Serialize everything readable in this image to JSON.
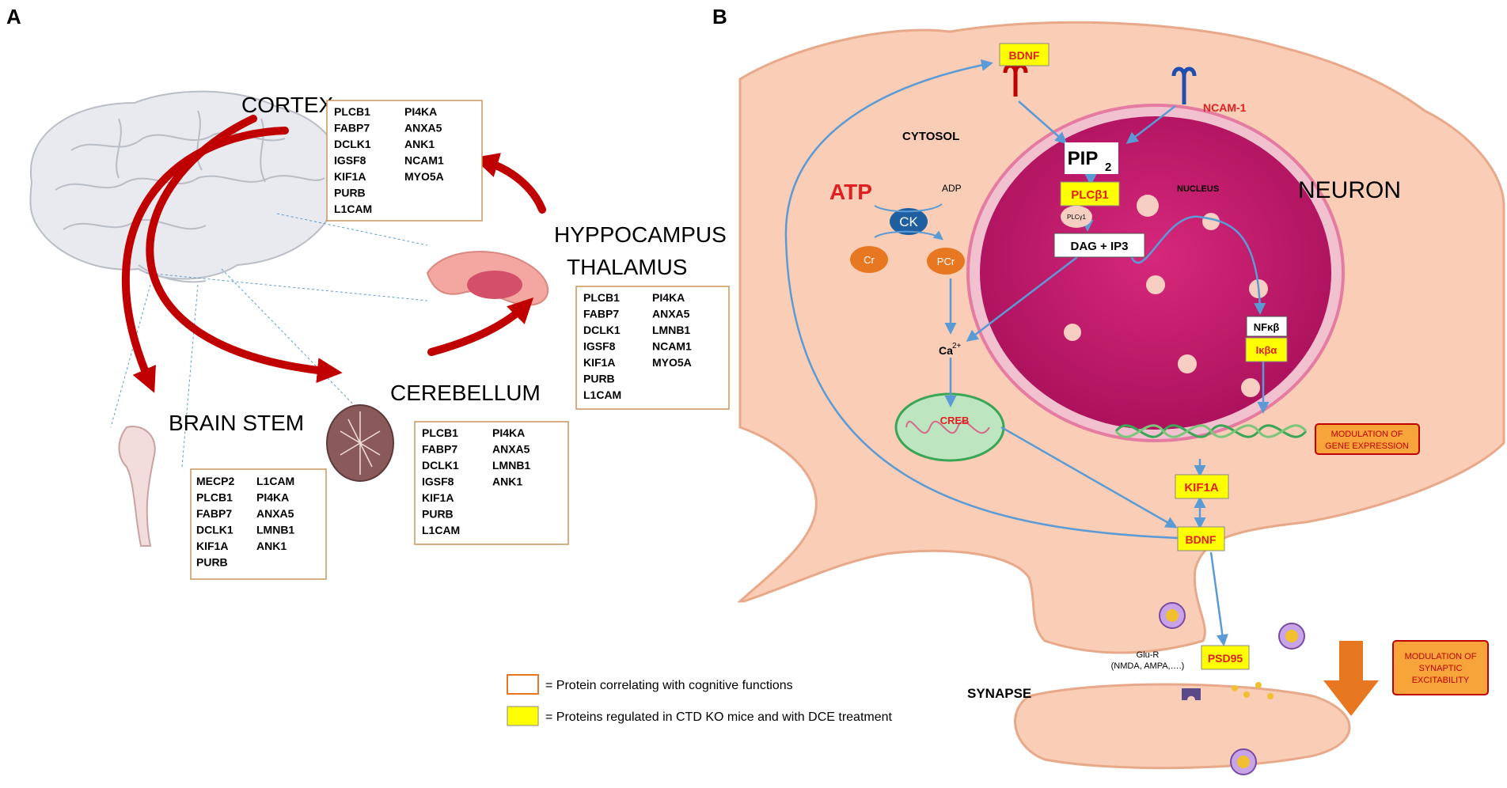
{
  "panel_a": {
    "label": "A",
    "regions": {
      "cortex": "CORTEX",
      "hippocampus": "HYPPOCAMPUS",
      "thalamus": "THALAMUS",
      "cerebellum": "CEREBELLUM",
      "brain_stem": "BRAIN STEM"
    },
    "cortex_proteins": {
      "col1": [
        "PLCB1",
        "FABP7",
        "DCLK1",
        "IGSF8",
        "KIF1A",
        "PURB",
        "L1CAM"
      ],
      "col2": [
        "PI4KA",
        "ANXA5",
        "ANK1",
        "NCAM1",
        "MYO5A"
      ]
    },
    "hippocampus_proteins": {
      "col1": [
        "PLCB1",
        "FABP7",
        "DCLK1",
        "IGSF8",
        "KIF1A",
        "PURB",
        "L1CAM"
      ],
      "col2": [
        "PI4KA",
        "ANXA5",
        "LMNB1",
        "NCAM1",
        "MYO5A"
      ]
    },
    "cerebellum_proteins": {
      "col1": [
        "PLCB1",
        "FABP7",
        "DCLK1",
        "IGSF8",
        "KIF1A",
        "PURB",
        "L1CAM"
      ],
      "col2": [
        "PI4KA",
        "ANXA5",
        "LMNB1",
        "ANK1"
      ]
    },
    "brainstem_proteins": {
      "col1": [
        "MECP2",
        "PLCB1",
        "FABP7",
        "DCLK1",
        "KIF1A",
        "PURB"
      ],
      "col2": [
        "L1CAM",
        "PI4KA",
        "ANXA5",
        "LMNB1",
        "ANK1"
      ]
    }
  },
  "panel_b": {
    "label": "B",
    "cytosol": "CYTOSOL",
    "neuron": "NEURON",
    "nucleus": "NUCLEUS",
    "synapse": "SYNAPSE",
    "atp": "ATP",
    "adp": "ADP",
    "ck": "CK",
    "cr": "Cr",
    "pcr": "PCr",
    "ca_base": "Ca",
    "ca_sup": "2+",
    "bdnf_top": "BDNF",
    "ncam": "NCAM-1",
    "pip_base": "PIP",
    "pip_sub": "2",
    "plcb1": "PLCβ1",
    "plcy1": "PLCγ1",
    "dag_ip3": "DAG + IP3",
    "nfkb": "NFκβ",
    "ikba": "Iκβα",
    "creb": "CREB",
    "kif1a": "KIF1A",
    "bdnf_bottom": "BDNF",
    "psd95": "PSD95",
    "glur_line1": "Glu-R",
    "glur_line2": "(NMDA, AMPA,….)",
    "modulation_gene_line1": "MODULATION OF",
    "modulation_gene_line2": "GENE EXPRESSION",
    "modulation_syn_line1": "MODULATION OF",
    "modulation_syn_line2": "SYNAPTIC",
    "modulation_syn_line3": "EXCITABILITY"
  },
  "legend": {
    "item1": "= Protein correlating with cognitive functions",
    "item2": "= Proteins regulated in CTD KO mice and with DCE treatment"
  },
  "colors": {
    "red_arrow": "#c00000",
    "tan_border": "#c8965a",
    "yellow": "#ffff00",
    "blue_arrow": "#5b9bd5",
    "neuron_fill": "#f9cdb6",
    "nucleus_fill": "#c2186a",
    "orange": "#e87722",
    "ck_blue": "#1f5fa0"
  }
}
